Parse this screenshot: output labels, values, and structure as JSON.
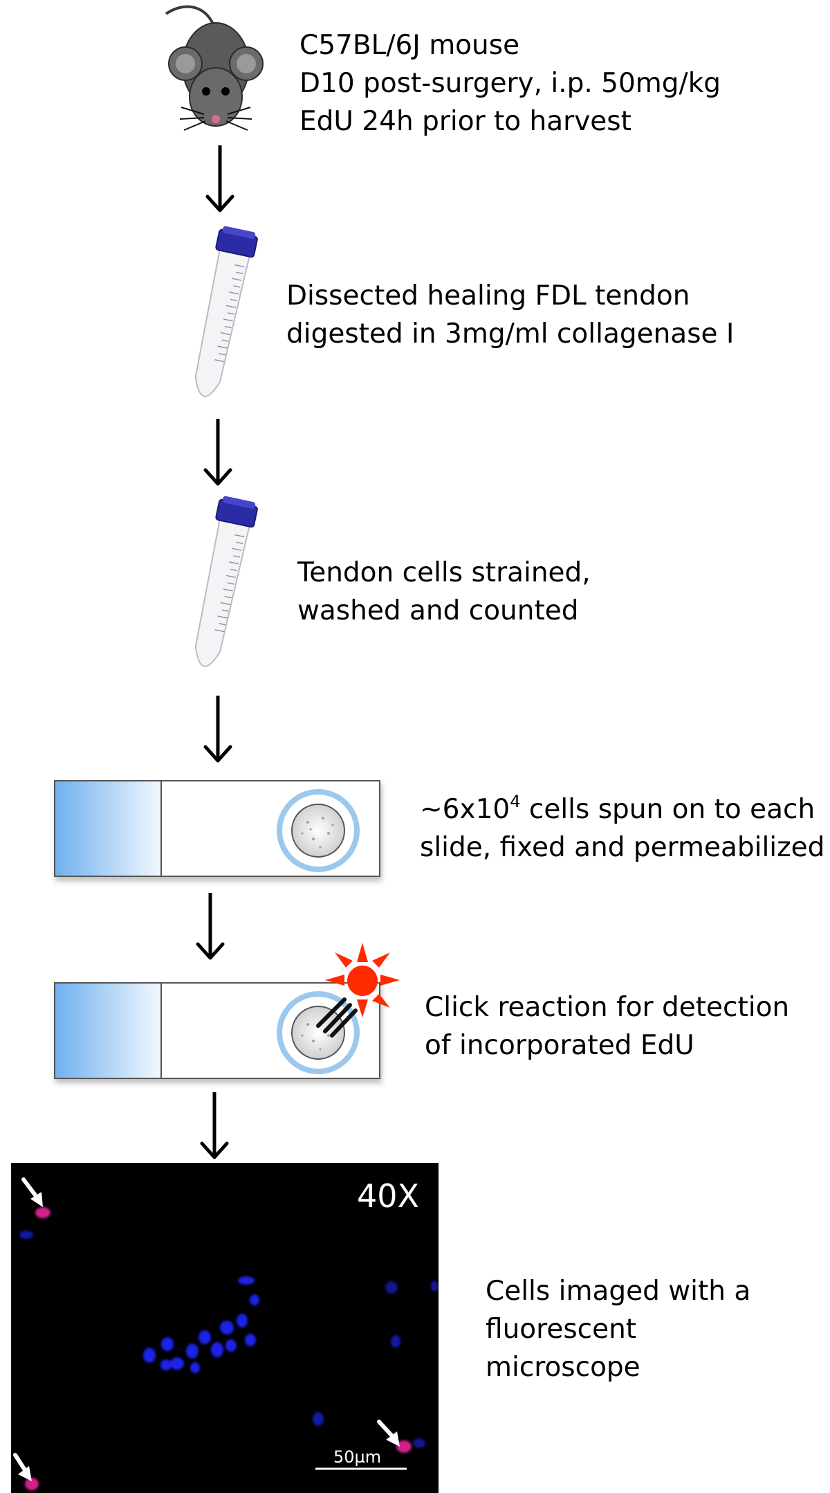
{
  "steps": [
    {
      "id": "mouse",
      "lines": [
        "C57BL/6J mouse",
        "D10 post-surgery, i.p. 50mg/kg",
        "EdU 24h prior to harvest"
      ]
    },
    {
      "id": "digest",
      "lines": [
        "Dissected healing FDL tendon",
        "digested in 3mg/ml collagenase I"
      ]
    },
    {
      "id": "strain",
      "lines": [
        "Tendon cells strained,",
        "washed and counted"
      ]
    },
    {
      "id": "spin",
      "prefix": "~6x10",
      "superscript": "4",
      "line1_rest": " cells spun on to each",
      "line2": "slide, fixed and permeabilized"
    },
    {
      "id": "click",
      "lines": [
        "Click reaction for detection",
        "of incorporated EdU"
      ]
    },
    {
      "id": "image",
      "lines": [
        "Cells imaged with a",
        "fluorescent",
        "microscope"
      ]
    }
  ],
  "micrograph": {
    "magnification": "40X",
    "scale_bar": "50µm"
  },
  "colors": {
    "nucleus_blue": "#1a24e6",
    "edu_magenta": "#d0208a",
    "ring_blue": "#9cc8ee",
    "label_red": "#ff2a00",
    "cap_blue": "#2b2ba6"
  },
  "icons": [
    "mouse-icon",
    "tube-icon",
    "slide-icon",
    "fluorophore-icon",
    "arrow-icon"
  ]
}
